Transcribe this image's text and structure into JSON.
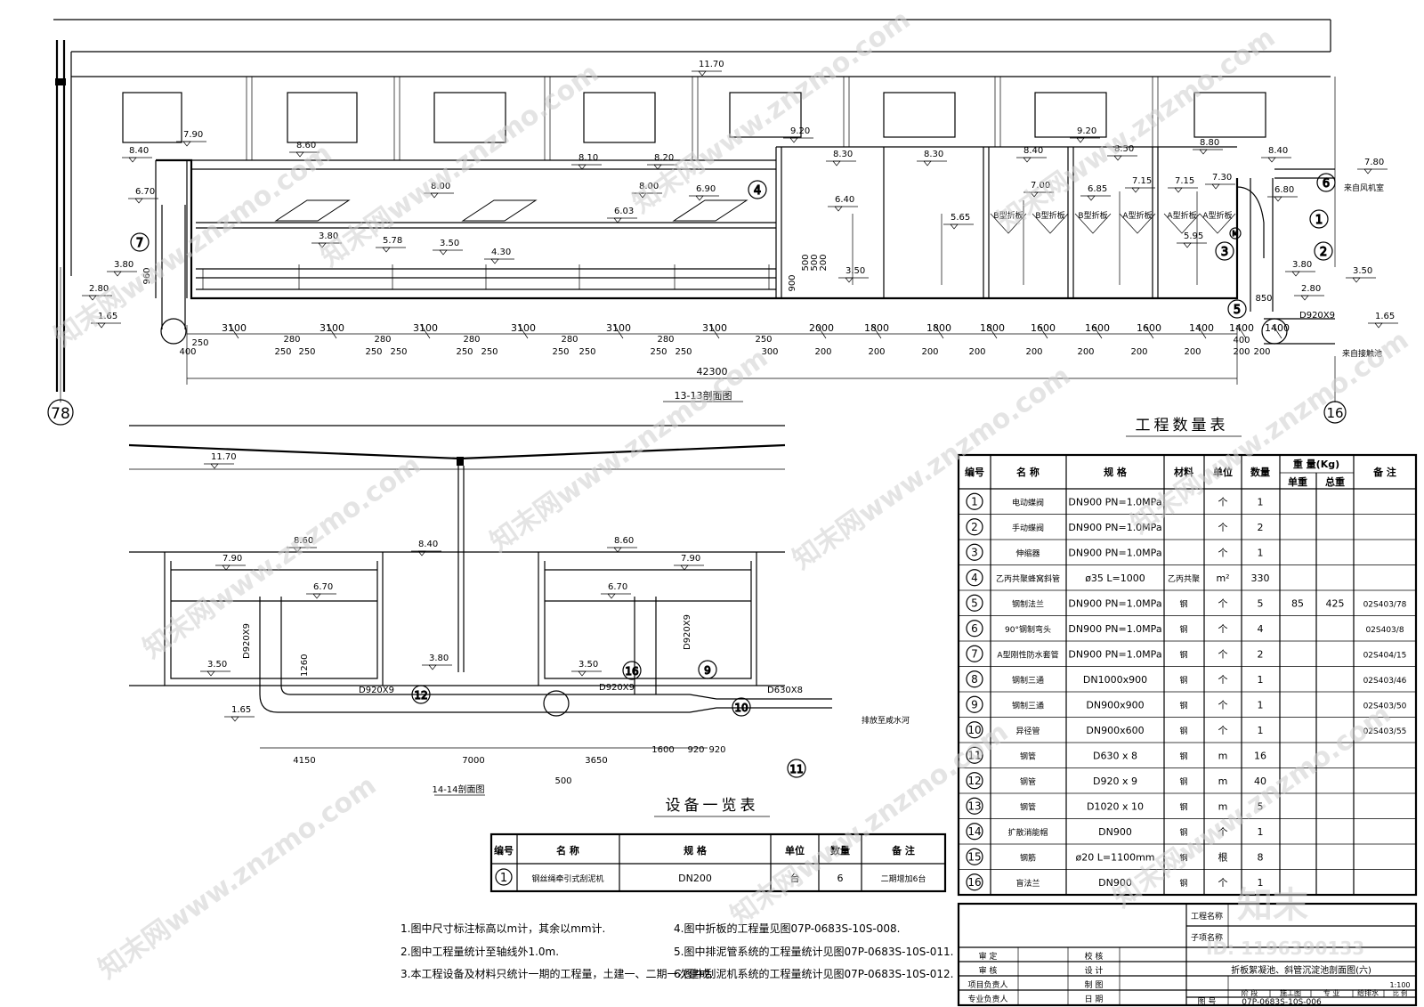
{
  "section13": {
    "title": "13-13剖面图",
    "axis_left": "78",
    "axis_right": "16",
    "elevations": [
      "11.70",
      "7.90",
      "8.40",
      "8.60",
      "6.70",
      "3.80",
      "2.80",
      "1.65",
      "8.10",
      "8.20",
      "8.00",
      "8.00",
      "6.90",
      "6.03",
      "5.78",
      "3.80",
      "3.50",
      "4.30",
      "9.20",
      "8.30",
      "8.30",
      "6.40",
      "5.65",
      "3.50",
      "8.40",
      "9.20",
      "8.50",
      "8.80",
      "7.00",
      "6.85",
      "7.15",
      "7.15",
      "7.30",
      "5.95",
      "8.40",
      "7.80",
      "6.80",
      "3.80",
      "3.50",
      "2.80",
      "1.65"
    ],
    "plate_labels": [
      "B型折板",
      "B型折板",
      "B型折板",
      "A型折板",
      "A型折板",
      "A型折板"
    ],
    "notes_right": [
      "来自风机室",
      "来自接触池"
    ],
    "pipe_label": "D920X9",
    "callouts": [
      "7",
      "4",
      "1",
      "M",
      "3",
      "2",
      "6",
      "5"
    ],
    "dims_main": [
      "3100",
      "3100",
      "3100",
      "3100",
      "3100",
      "3100",
      "2000",
      "1800",
      "1800",
      "1800",
      "1600",
      "1600",
      "1600",
      "1400",
      "1400",
      "1400"
    ],
    "dims_sub": [
      "250",
      "280",
      "250",
      "250",
      "280",
      "250",
      "250",
      "280",
      "250",
      "250",
      "280",
      "250",
      "250",
      "280",
      "250",
      "250",
      "250",
      "300",
      "200",
      "200",
      "200",
      "200",
      "200",
      "200",
      "200",
      "200",
      "200",
      "200",
      "400",
      "400"
    ],
    "dims_vert": [
      "960",
      "900",
      "500",
      "500",
      "200",
      "850"
    ],
    "total": "42300"
  },
  "section14": {
    "title": "14-14剖面图",
    "elevations": [
      "11.70",
      "8.60",
      "8.40",
      "8.60",
      "7.90",
      "7.90",
      "6.70",
      "6.70",
      "3.80",
      "3.50",
      "3.50",
      "1.65"
    ],
    "pipe_labels": [
      "D920X9",
      "D920X9",
      "D920X9",
      "D920X9",
      "D630X8"
    ],
    "dim_vert": "1260",
    "callouts": [
      "12",
      "16",
      "9",
      "10",
      "11"
    ],
    "dims": [
      "4150",
      "7000",
      "3650",
      "1600",
      "920",
      "920",
      "500"
    ],
    "discharge": "排放至咸水河"
  },
  "equipment_table": {
    "title": "设备一览表",
    "headers": [
      "编号",
      "名  称",
      "规    格",
      "单位",
      "数量",
      "备  注"
    ],
    "rows": [
      [
        "1",
        "钢丝绳牵引式刮泥机",
        "DN200",
        "台",
        "6",
        "二期增加6台"
      ]
    ]
  },
  "quantity_table": {
    "title": "工程数量表",
    "headers": [
      "编号",
      "名  称",
      "规  格",
      "材料",
      "单位",
      "数量",
      "单重",
      "总重",
      "备  注"
    ],
    "weight_header": "重  量(Kg)",
    "rows": [
      [
        "1",
        "电动蝶阀",
        "DN900  PN=1.0MPa",
        "",
        "个",
        "1",
        "",
        "",
        ""
      ],
      [
        "2",
        "手动蝶阀",
        "DN900  PN=1.0MPa",
        "",
        "个",
        "2",
        "",
        "",
        ""
      ],
      [
        "3",
        "伸缩器",
        "DN900  PN=1.0MPa",
        "",
        "个",
        "1",
        "",
        "",
        ""
      ],
      [
        "4",
        "乙丙共聚蜂窝斜管",
        "ø35   L=1000",
        "乙丙共聚",
        "m²",
        "330",
        "",
        "",
        ""
      ],
      [
        "5",
        "钢制法兰",
        "DN900  PN=1.0MPa",
        "钢",
        "个",
        "5",
        "85",
        "425",
        "02S403/78"
      ],
      [
        "6",
        "90°钢制弯头",
        "DN900  PN=1.0MPa",
        "钢",
        "个",
        "4",
        "",
        "",
        "02S403/8"
      ],
      [
        "7",
        "A型刚性防水套管",
        "DN900  PN=1.0MPa",
        "钢",
        "个",
        "2",
        "",
        "",
        "02S404/15"
      ],
      [
        "8",
        "钢制三通",
        "DN1000x900",
        "钢",
        "个",
        "1",
        "",
        "",
        "02S403/46"
      ],
      [
        "9",
        "钢制三通",
        "DN900x900",
        "钢",
        "个",
        "1",
        "",
        "",
        "02S403/50"
      ],
      [
        "10",
        "异径管",
        "DN900x600",
        "钢",
        "个",
        "1",
        "",
        "",
        "02S403/55"
      ],
      [
        "11",
        "钢管",
        "D630 x 8",
        "钢",
        "m",
        "16",
        "",
        "",
        ""
      ],
      [
        "12",
        "钢管",
        "D920 x 9",
        "钢",
        "m",
        "40",
        "",
        "",
        ""
      ],
      [
        "13",
        "钢管",
        "D1020 x 10",
        "钢",
        "m",
        "5",
        "",
        "",
        ""
      ],
      [
        "14",
        "扩散消能帽",
        "DN900",
        "钢",
        "个",
        "1",
        "",
        "",
        ""
      ],
      [
        "15",
        "钢筋",
        "ø20   L=1100mm",
        "钢",
        "根",
        "8",
        "",
        "",
        ""
      ],
      [
        "16",
        "盲法兰",
        "DN900",
        "钢",
        "个",
        "1",
        "",
        "",
        ""
      ]
    ]
  },
  "notes": [
    "1.图中尺寸标注标高以m计，其余以mm计.",
    "2.图中工程量统计至轴线外1.0m.",
    "3.本工程设备及材料只统计一期的工程量，土建一、二期一次建成.",
    "4.图中折板的工程量见图07P-0683S-10S-008.",
    "5.图中排泥管系统的工程量统计见图07P-0683S-10S-011.",
    "6.图中刮泥机系统的工程量统计见图07P-0683S-10S-012."
  ],
  "title_block": {
    "project_name": "工程名称",
    "subitem": "子项名称",
    "drawing_name": "折板絮凝池、斜管沉淀池剖面图(六)",
    "rows": [
      [
        "审    定",
        "",
        "校    核",
        ""
      ],
      [
        "审    核",
        "",
        "设    计",
        ""
      ],
      [
        "项目负责人",
        "",
        "制    图",
        ""
      ],
      [
        "专业负责人",
        "",
        "日    期",
        ""
      ]
    ],
    "stage": "阶 段",
    "stage_val": "施工图",
    "major": "专 业",
    "major_val": "给排水",
    "scale": "比 例",
    "scale_val": "1:100",
    "drawing_no_label": "图  号",
    "drawing_no": "07P-0683S-10S-006"
  },
  "watermark": {
    "text": "知末网www.znzmo.com",
    "logo": "知末",
    "id": "ID: 1196390133"
  }
}
